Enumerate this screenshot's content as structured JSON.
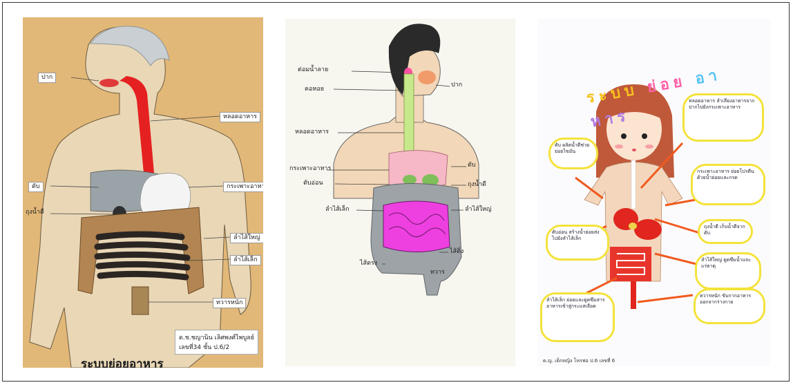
{
  "panel1": {
    "labels": {
      "mouth": "ปาก",
      "esophagus": "หลอดอาหาร",
      "liver": "ตับ",
      "stomach": "กระเพาะอาหาร",
      "gallbladder": "ถุงน้ำดี",
      "large_intestine": "ลำไส้ใหญ่",
      "small_intestine": "ลำไส้เล็ก",
      "rectum": "ทวารหนัก"
    },
    "signature_line1": "ด.ช.ชญานิน เลิศพงศ์ไพบูลย์",
    "signature_line2": "เลขที่34 ชั้น ป.6/2",
    "title": "ระบบย่อยอาหาร"
  },
  "panel2": {
    "labels": {
      "salivary_gland": "ต่อมน้ำลาย",
      "mouth": "ปาก",
      "throat": "คอหอย",
      "esophagus": "หลอดอาหาร",
      "stomach": "กระเพาะอาหาร",
      "liver": "ตับ",
      "pancreas": "ตับอ่อน",
      "gallbladder": "ถุงน้ำดี",
      "small_intestine": "ลำไส้เล็ก",
      "large_intestine": "ลำไส้ใหญ่",
      "appendix": "ไส้ติ่ง",
      "rectum": "ไส้ตรง",
      "anus": "ทวาร"
    }
  },
  "panel3": {
    "title_letters": [
      "ระบบ",
      "ย่อย",
      "อา",
      "หาร"
    ],
    "bubbles": [
      "ตับ ผลิตน้ำดีช่วยย่อยไขมัน",
      "หลอดอาหาร ลำเลียงอาหารจากปากไปยังกระเพาะอาหาร",
      "กระเพาะอาหาร ย่อยโปรตีนด้วยน้ำย่อยและกรด",
      "ตับอ่อน สร้างน้ำย่อยส่งไปยังลำไส้เล็ก",
      "ถุงน้ำดี เก็บน้ำดีจากตับ",
      "ลำไส้ใหญ่ ดูดซึมน้ำและแร่ธาตุ",
      "ลำไส้เล็ก ย่อยและดูดซึมสารอาหารเข้าสู่กระแสเลือด",
      "ทวารหนัก ขับกากอาหารออกจากร่างกาย"
    ],
    "footer": "ด.ญ. เด็กหญิง โหรฟอ ป.6 เลขที่ 6"
  }
}
